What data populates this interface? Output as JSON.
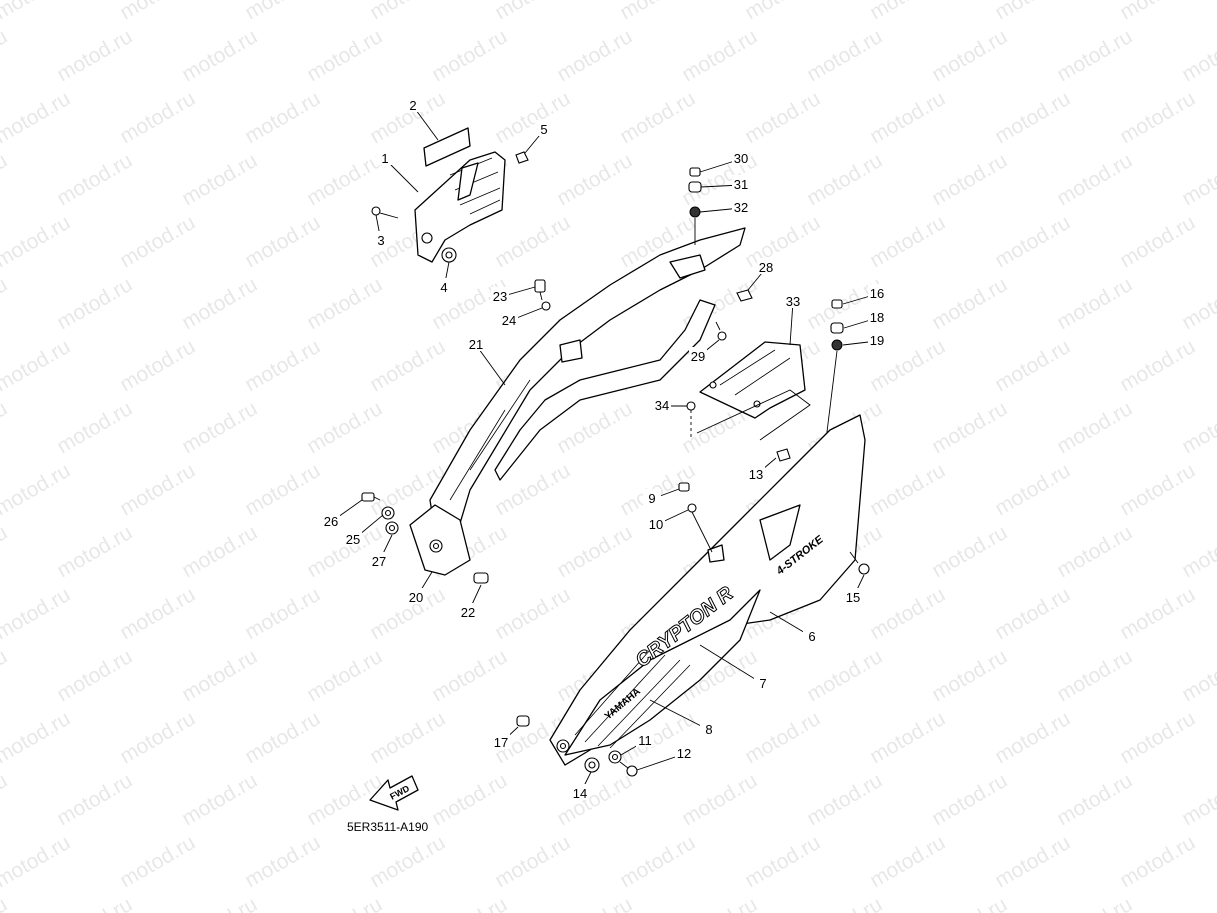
{
  "watermark": "motod.ru",
  "diagram_code": "5ER3511-A190",
  "fwd_label": "FWD",
  "graphics": {
    "logo_text": "CRYPTON R",
    "stroke_text": "4-STROKE",
    "brand_text": "YAMAHA"
  },
  "callouts": [
    {
      "n": "1"
    },
    {
      "n": "2"
    },
    {
      "n": "3"
    },
    {
      "n": "4"
    },
    {
      "n": "5"
    },
    {
      "n": "6"
    },
    {
      "n": "7"
    },
    {
      "n": "8"
    },
    {
      "n": "9"
    },
    {
      "n": "10"
    },
    {
      "n": "11"
    },
    {
      "n": "12"
    },
    {
      "n": "13"
    },
    {
      "n": "14"
    },
    {
      "n": "15"
    },
    {
      "n": "16"
    },
    {
      "n": "17"
    },
    {
      "n": "18"
    },
    {
      "n": "19"
    },
    {
      "n": "20"
    },
    {
      "n": "21"
    },
    {
      "n": "22"
    },
    {
      "n": "23"
    },
    {
      "n": "24"
    },
    {
      "n": "25"
    },
    {
      "n": "26"
    },
    {
      "n": "27"
    },
    {
      "n": "28"
    },
    {
      "n": "29"
    },
    {
      "n": "30"
    },
    {
      "n": "31"
    },
    {
      "n": "32"
    },
    {
      "n": "33"
    },
    {
      "n": "34"
    }
  ]
}
